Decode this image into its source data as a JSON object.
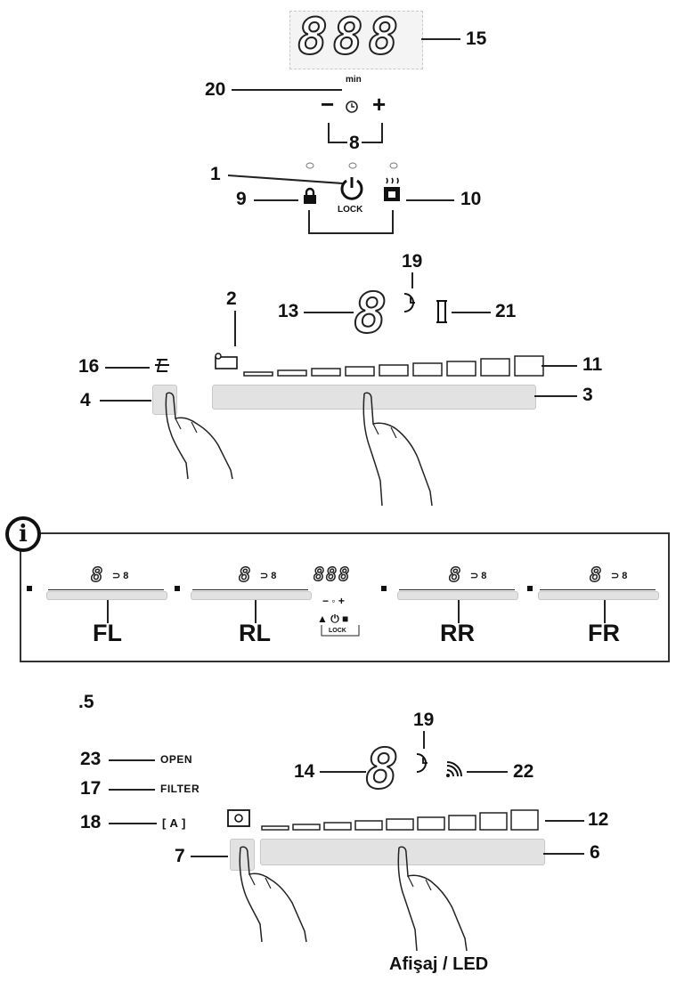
{
  "callouts": {
    "n1": "1",
    "n2": "2",
    "n3": "3",
    "n4": "4",
    "n6": "6",
    "n7": "7",
    "n8": "8",
    "n9": "9",
    "n10": "10",
    "n11": "11",
    "n12": "12",
    "n13": "13",
    "n14": "14",
    "n15": "15",
    "n16": "16",
    "n17": "17",
    "n18": "18",
    "n19a": "19",
    "n19b": "19",
    "n20": "20",
    "n21": "21",
    "n22": "22",
    "n23": "23"
  },
  "display_top": {
    "digits": "888",
    "unit": "min"
  },
  "lock_label": "LOCK",
  "section_marker": ".5",
  "info": {
    "icon": "i",
    "zones": [
      {
        "digit": "8",
        "label": "FL"
      },
      {
        "digit": "8",
        "label": "RL"
      },
      {
        "digit": "8",
        "label": "RR"
      },
      {
        "digit": "8",
        "label": "FR"
      }
    ],
    "center_digits": "888",
    "center_lock": "LOCK"
  },
  "digit_zone": "8",
  "digit_hood": "8",
  "hood_labels": {
    "open": "OPEN",
    "filter": "FILTER",
    "auto": "[ A ]"
  },
  "footer": "Afişaj / LED",
  "icons": [
    "timer-icon",
    "power-icon",
    "lock-icon",
    "pot-icon",
    "hand-pointer-icon",
    "wifi-icon",
    "bridge-icon"
  ]
}
